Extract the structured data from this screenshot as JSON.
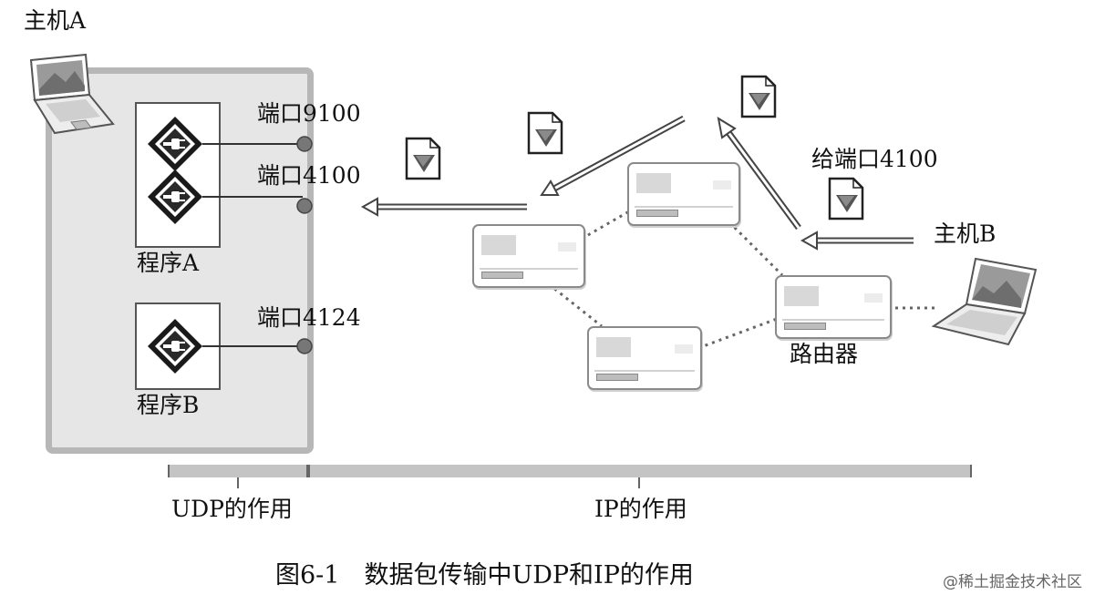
{
  "hostA": {
    "label": "主机A"
  },
  "hostB": {
    "label": "主机B"
  },
  "programs": {
    "a": {
      "label": "程序A"
    },
    "b": {
      "label": "程序B"
    }
  },
  "ports": [
    {
      "label": "端口9100"
    },
    {
      "label": "端口4100"
    },
    {
      "label": "端口4124"
    }
  ],
  "destination": {
    "label": "给端口4100"
  },
  "router": {
    "label": "路由器"
  },
  "scope": {
    "udp": "UDP的作用",
    "ip": "IP的作用"
  },
  "caption": "图6-1　数据包传输中UDP和IP的作用",
  "watermark": "@稀土掘金技术社区",
  "icons": {
    "plug": "plug-icon",
    "packet": "data-packet-icon",
    "laptop": "laptop-icon",
    "router": "router-icon"
  }
}
